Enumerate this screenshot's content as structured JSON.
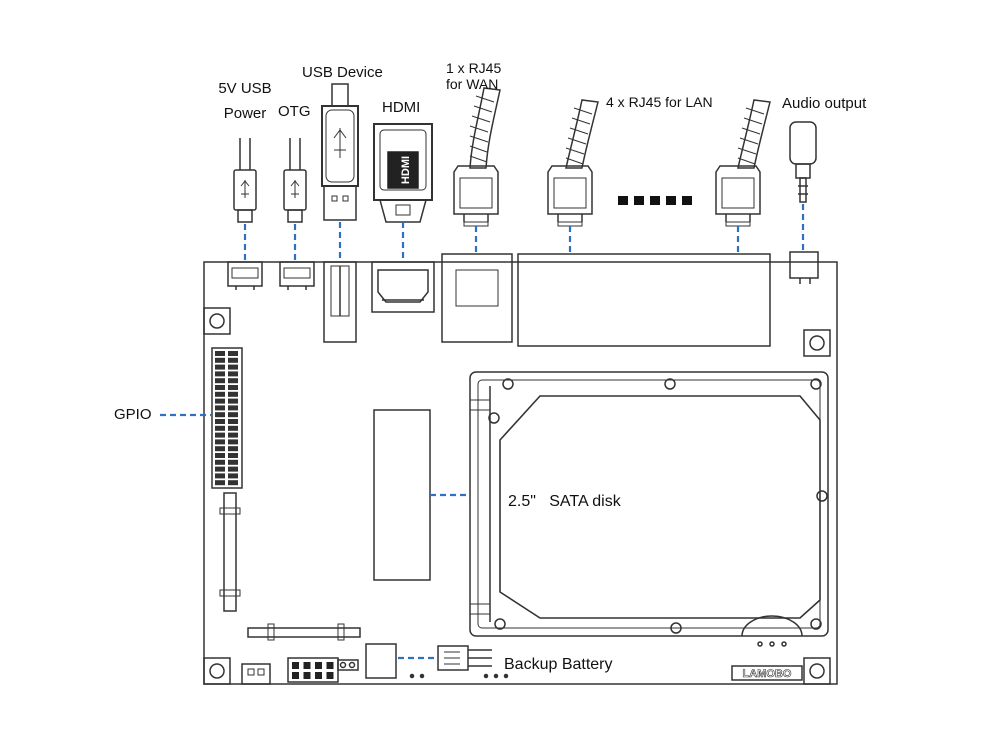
{
  "labels": {
    "usb_power_line1": "5V USB",
    "usb_power_line2": "Power",
    "otg": "OTG",
    "usb_device": "USB Device",
    "hdmi": "HDMI",
    "wan_line1": "1 x RJ45",
    "wan_line2": "for WAN",
    "lan": "4 x RJ45 for LAN",
    "audio": "Audio output",
    "gpio": "GPIO",
    "sata": "2.5\"   SATA disk",
    "battery": "Backup Battery",
    "board_logo": "LAMOBO",
    "hdmi_plug_text": "HDMI"
  },
  "colors": {
    "line": "#333333",
    "leader": "#2f6fc4",
    "board_fill": "#ffffff",
    "label": "#111111"
  }
}
